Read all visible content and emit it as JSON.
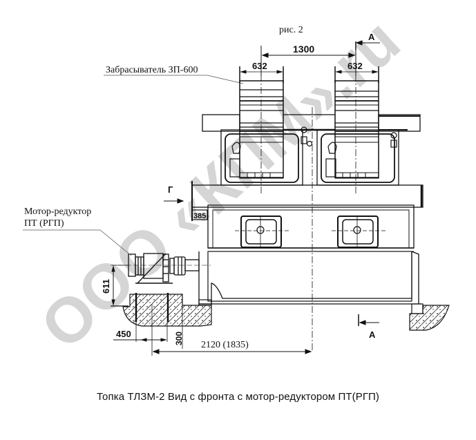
{
  "figure": {
    "label": "рис. 2",
    "caption": "Топка ТЛЗМ-2 Вид с фронта с мотор-редуктором ПТ(РГП)"
  },
  "callouts": {
    "spreader": "Забрасыватель ЗП-600",
    "motor_line1": "Мотор-редуктор",
    "motor_line2": "ПТ (РГП)"
  },
  "dimensions": {
    "spreader_width_left": "632",
    "spreader_width_right": "632",
    "spreader_spacing": "1300",
    "height_385": "385",
    "height_611": "611",
    "offset_450": "450",
    "depth_300": "300",
    "span": "2120 (1835)"
  },
  "section_marks": {
    "section_a_top": "А",
    "section_a_bottom": "А",
    "view_g": "Г"
  },
  "watermark": {
    "text": "ООО «КПМ».ru",
    "color": "#c8c8c8"
  },
  "colors": {
    "line": "#111111",
    "hatch": "#222222",
    "background": "#ffffff"
  }
}
